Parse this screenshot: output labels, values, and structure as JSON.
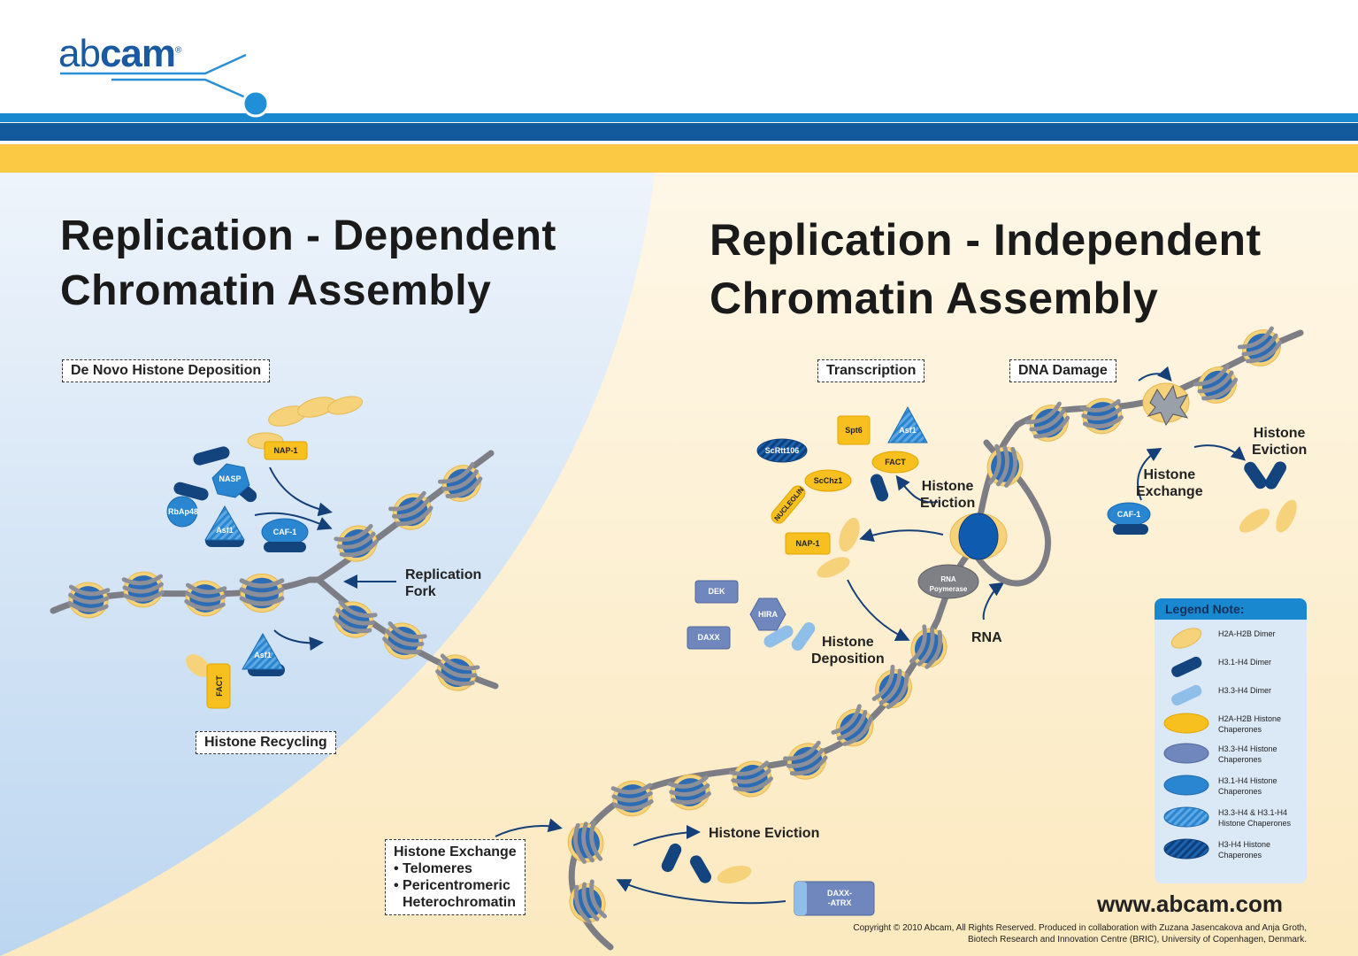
{
  "brand": {
    "logo_light": "ab",
    "logo_bold": "cam",
    "registered": "®"
  },
  "colors": {
    "header_blue_light": "#1a88cf",
    "header_blue_dark": "#135a9c",
    "header_yellow": "#fbc943",
    "left_panel_blue": "#cfe0f3",
    "right_panel_cream": "#fdf0d2",
    "nucleosome_blue": "#2b6cb4",
    "h2a_h2b_yellow": "#f6d27a",
    "h31_dark_blue": "#14447e"
  },
  "titles": {
    "left_line1": "Replication - Dependent",
    "left_line2": "Chromatin Assembly",
    "right_line1": "Replication - Independent",
    "right_line2": "Chromatin Assembly"
  },
  "section_boxes": {
    "de_novo": "De Novo Histone Deposition",
    "recycling": "Histone Recycling",
    "transcription": "Transcription",
    "dna_damage": "DNA Damage",
    "exchange_title": "Histone Exchange",
    "exchange_item1": "• Telomeres",
    "exchange_item2": "• Pericentromeric",
    "exchange_item3": "Heterochromatin"
  },
  "process_labels": {
    "replication": "Replication",
    "fork": "Fork",
    "eviction_a1": "Histone",
    "eviction_a2": "Eviction",
    "deposition_1": "Histone",
    "deposition_2": "Deposition",
    "rna": "RNA",
    "exchange_1": "Histone",
    "exchange_2": "Exchange",
    "eviction_b1": "Histone",
    "eviction_b2": "Eviction",
    "eviction_bottom": "Histone Eviction"
  },
  "proteins": {
    "nap1_left": "NAP-1",
    "nasp": "NASP",
    "rbap48": "RbAp48",
    "asf1_left": "Asf1",
    "caf1_left": "CAF-1",
    "asf1_bottom": "Asf1",
    "fact_left": "FACT",
    "scrtt106": "ScRtt106",
    "spt6": "Spt6",
    "asf1_right": "Asf1",
    "fact_right": "FACT",
    "scchz1": "ScChz1",
    "nucleolin": "NUCLEOLIN",
    "nap1_right": "NAP-1",
    "dek": "DEK",
    "hira": "HIRA",
    "daxx": "DAXX",
    "rna_pol_1": "RNA",
    "rna_pol_2": "Poymerase",
    "caf1_right": "CAF-1",
    "daxx_atrx_1": "DAXX-",
    "daxx_atrx_2": "-ATRX"
  },
  "legend": {
    "title": "Legend Note:",
    "items": [
      {
        "label": "H2A-H2B Dimer",
        "icon": "yellow-oval-icon"
      },
      {
        "label": "H3.1-H4 Dimer",
        "icon": "dark-blue-bean-icon"
      },
      {
        "label": "H3.3-H4 Dimer",
        "icon": "light-blue-bean-icon"
      },
      {
        "label": "H2A-H2B Histone Chaperones",
        "icon": "yellow-ellipse-icon"
      },
      {
        "label": "H3.3-H4 Histone Chaperones",
        "icon": "grey-blue-ellipse-icon"
      },
      {
        "label": "H3.1-H4 Histone Chaperones",
        "icon": "blue-ellipse-icon"
      },
      {
        "label": "H3.3-H4 & H3.1-H4 Histone Chaperones",
        "icon": "striped-ellipse-icon"
      },
      {
        "label": "H3-H4 Histone Chaperones",
        "icon": "dark-striped-ellipse-icon"
      }
    ]
  },
  "footer": {
    "url": "www.abcam.com",
    "copyright_line1": "Copyright © 2010 Abcam, All Rights Reserved. Produced in collaboration with Zuzana Jasencakova and Anja Groth,",
    "copyright_line2": "Biotech Research and Innovation Centre (BRIC), University of Copenhagen, Denmark."
  }
}
